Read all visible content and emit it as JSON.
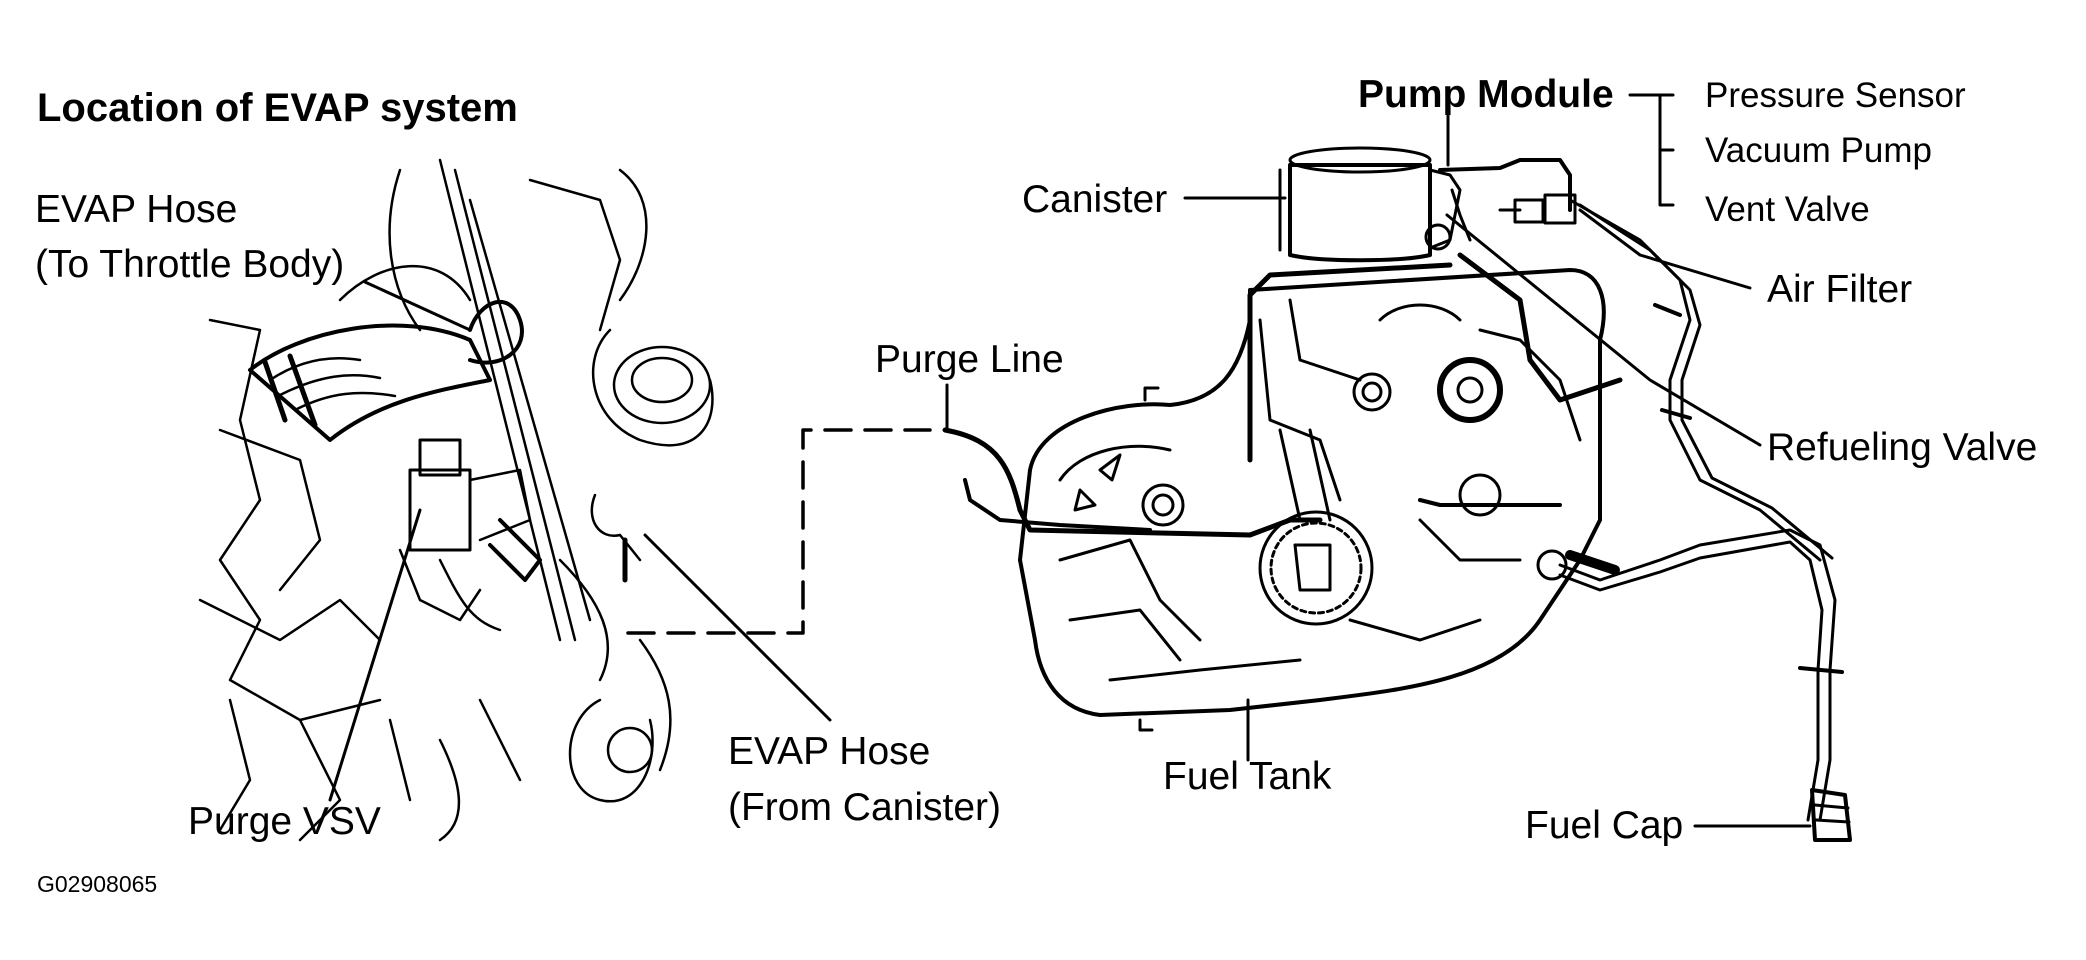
{
  "title": "Location of EVAP system",
  "labels": {
    "evap_hose_throttle_1": "EVAP Hose",
    "evap_hose_throttle_2": "(To Throttle Body)",
    "purge_vsv": "Purge VSV",
    "purge_line": "Purge Line",
    "evap_hose_canister_1": "EVAP Hose",
    "evap_hose_canister_2": "(From Canister)",
    "canister": "Canister",
    "pump_module": "Pump Module",
    "pressure_sensor": "Pressure Sensor",
    "vacuum_pump": "Vacuum Pump",
    "vent_valve": "Vent Valve",
    "air_filter": "Air Filter",
    "refueling_valve": "Refueling Valve",
    "fuel_tank": "Fuel Tank",
    "fuel_cap": "Fuel Cap"
  },
  "figure_code": "G02908065",
  "colors": {
    "ink": "#000000",
    "paper": "#ffffff"
  }
}
